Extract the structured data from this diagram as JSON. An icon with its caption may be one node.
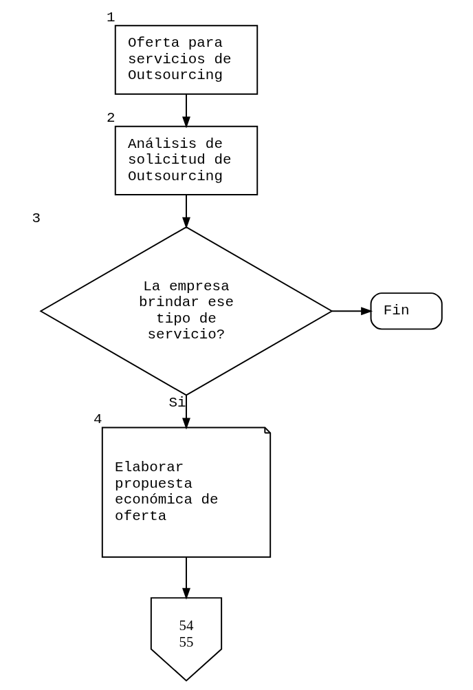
{
  "diagram": {
    "nodes": [
      {
        "text": [
          "Oferta para servicios de Outsourcing"
        ],
        "beside": [
          "1"
        ]
      },
      {
        "text": [
          "Análisis de solicitud de Outsourcing"
        ],
        "beside": [
          "2"
        ]
      },
      {
        "text": [
          "La empresa brindar ese tipo de servicio?"
        ],
        "beside": [
          "3"
        ]
      },
      {
        "text": [
          "Fin"
        ]
      },
      {
        "text": [
          "Elaborar propuesta económica de oferta"
        ],
        "beside": [
          "4"
        ]
      },
      {
        "text": [
          "54",
          "55"
        ]
      }
    ],
    "edges": [
      {
        "from": 0,
        "to": 1,
        "arrow": "to"
      },
      {
        "from": 1,
        "to": 2,
        "arrow": "to"
      },
      {
        "from": 2,
        "to": 3,
        "arrow": "to"
      },
      {
        "from": 2,
        "to": 4,
        "arrow": "to",
        "label": "Si"
      },
      {
        "from": 4,
        "to": 5,
        "arrow": "to"
      }
    ]
  }
}
